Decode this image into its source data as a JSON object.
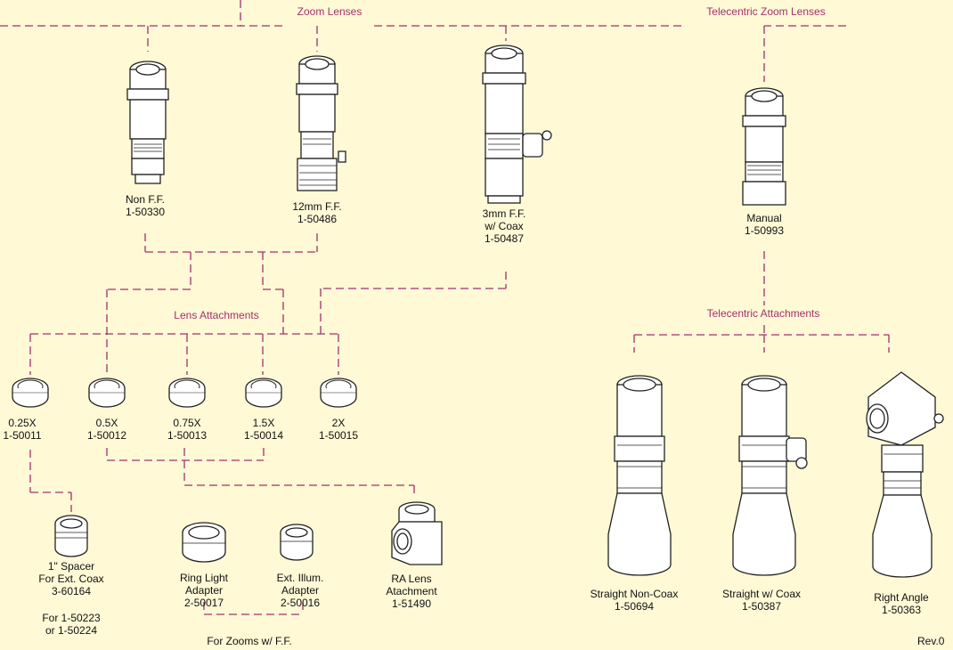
{
  "headers": {
    "zoom_lenses": "Zoom Lenses",
    "telecentric_zoom_lenses": "Telecentric Zoom Lenses",
    "lens_attachments": "Lens Attachments",
    "telecentric_attachments": "Telecentric Attachments"
  },
  "zoom_lenses": [
    {
      "name": "Non F.F.",
      "part": "1-50330"
    },
    {
      "name": "12mm F.F.",
      "part": "1-50486"
    },
    {
      "name": "3mm F.F.",
      "name2": "w/ Coax",
      "part": "1-50487"
    }
  ],
  "telecentric_lens": {
    "name": "Manual",
    "part": "1-50993"
  },
  "lens_attachments": [
    {
      "name": "0.25X",
      "part": "1-50011"
    },
    {
      "name": "0.5X",
      "part": "1-50012"
    },
    {
      "name": "0.75X",
      "part": "1-50013"
    },
    {
      "name": "1.5X",
      "part": "1-50014"
    },
    {
      "name": "2X",
      "part": "1-50015"
    }
  ],
  "spacer": {
    "line1": "1\" Spacer",
    "line2": "For Ext. Coax",
    "part": "3-60164",
    "note1": "For 1-50223",
    "note2": "or 1-50224"
  },
  "adapters": [
    {
      "line1": "Ring Light",
      "line2": "Adapter",
      "part": "2-50017"
    },
    {
      "line1": "Ext. Illum.",
      "line2": "Adapter",
      "part": "2-50016"
    }
  ],
  "adapters_note": "For Zooms w/ F.F.",
  "ra_lens": {
    "line1": "RA Lens",
    "line2": "Atachment",
    "part": "1-51490"
  },
  "telecentric_attachments": [
    {
      "name": "Straight Non-Coax",
      "part": "1-50694"
    },
    {
      "name": "Straight w/ Coax",
      "part": "1-50387"
    },
    {
      "name": "Right Angle",
      "part": "1-50363"
    }
  ],
  "revision": "Rev.0",
  "colors": {
    "background": "#FFF9D6",
    "connector": "#A2306C",
    "header_text": "#A2306C",
    "drawing": "#222222"
  }
}
